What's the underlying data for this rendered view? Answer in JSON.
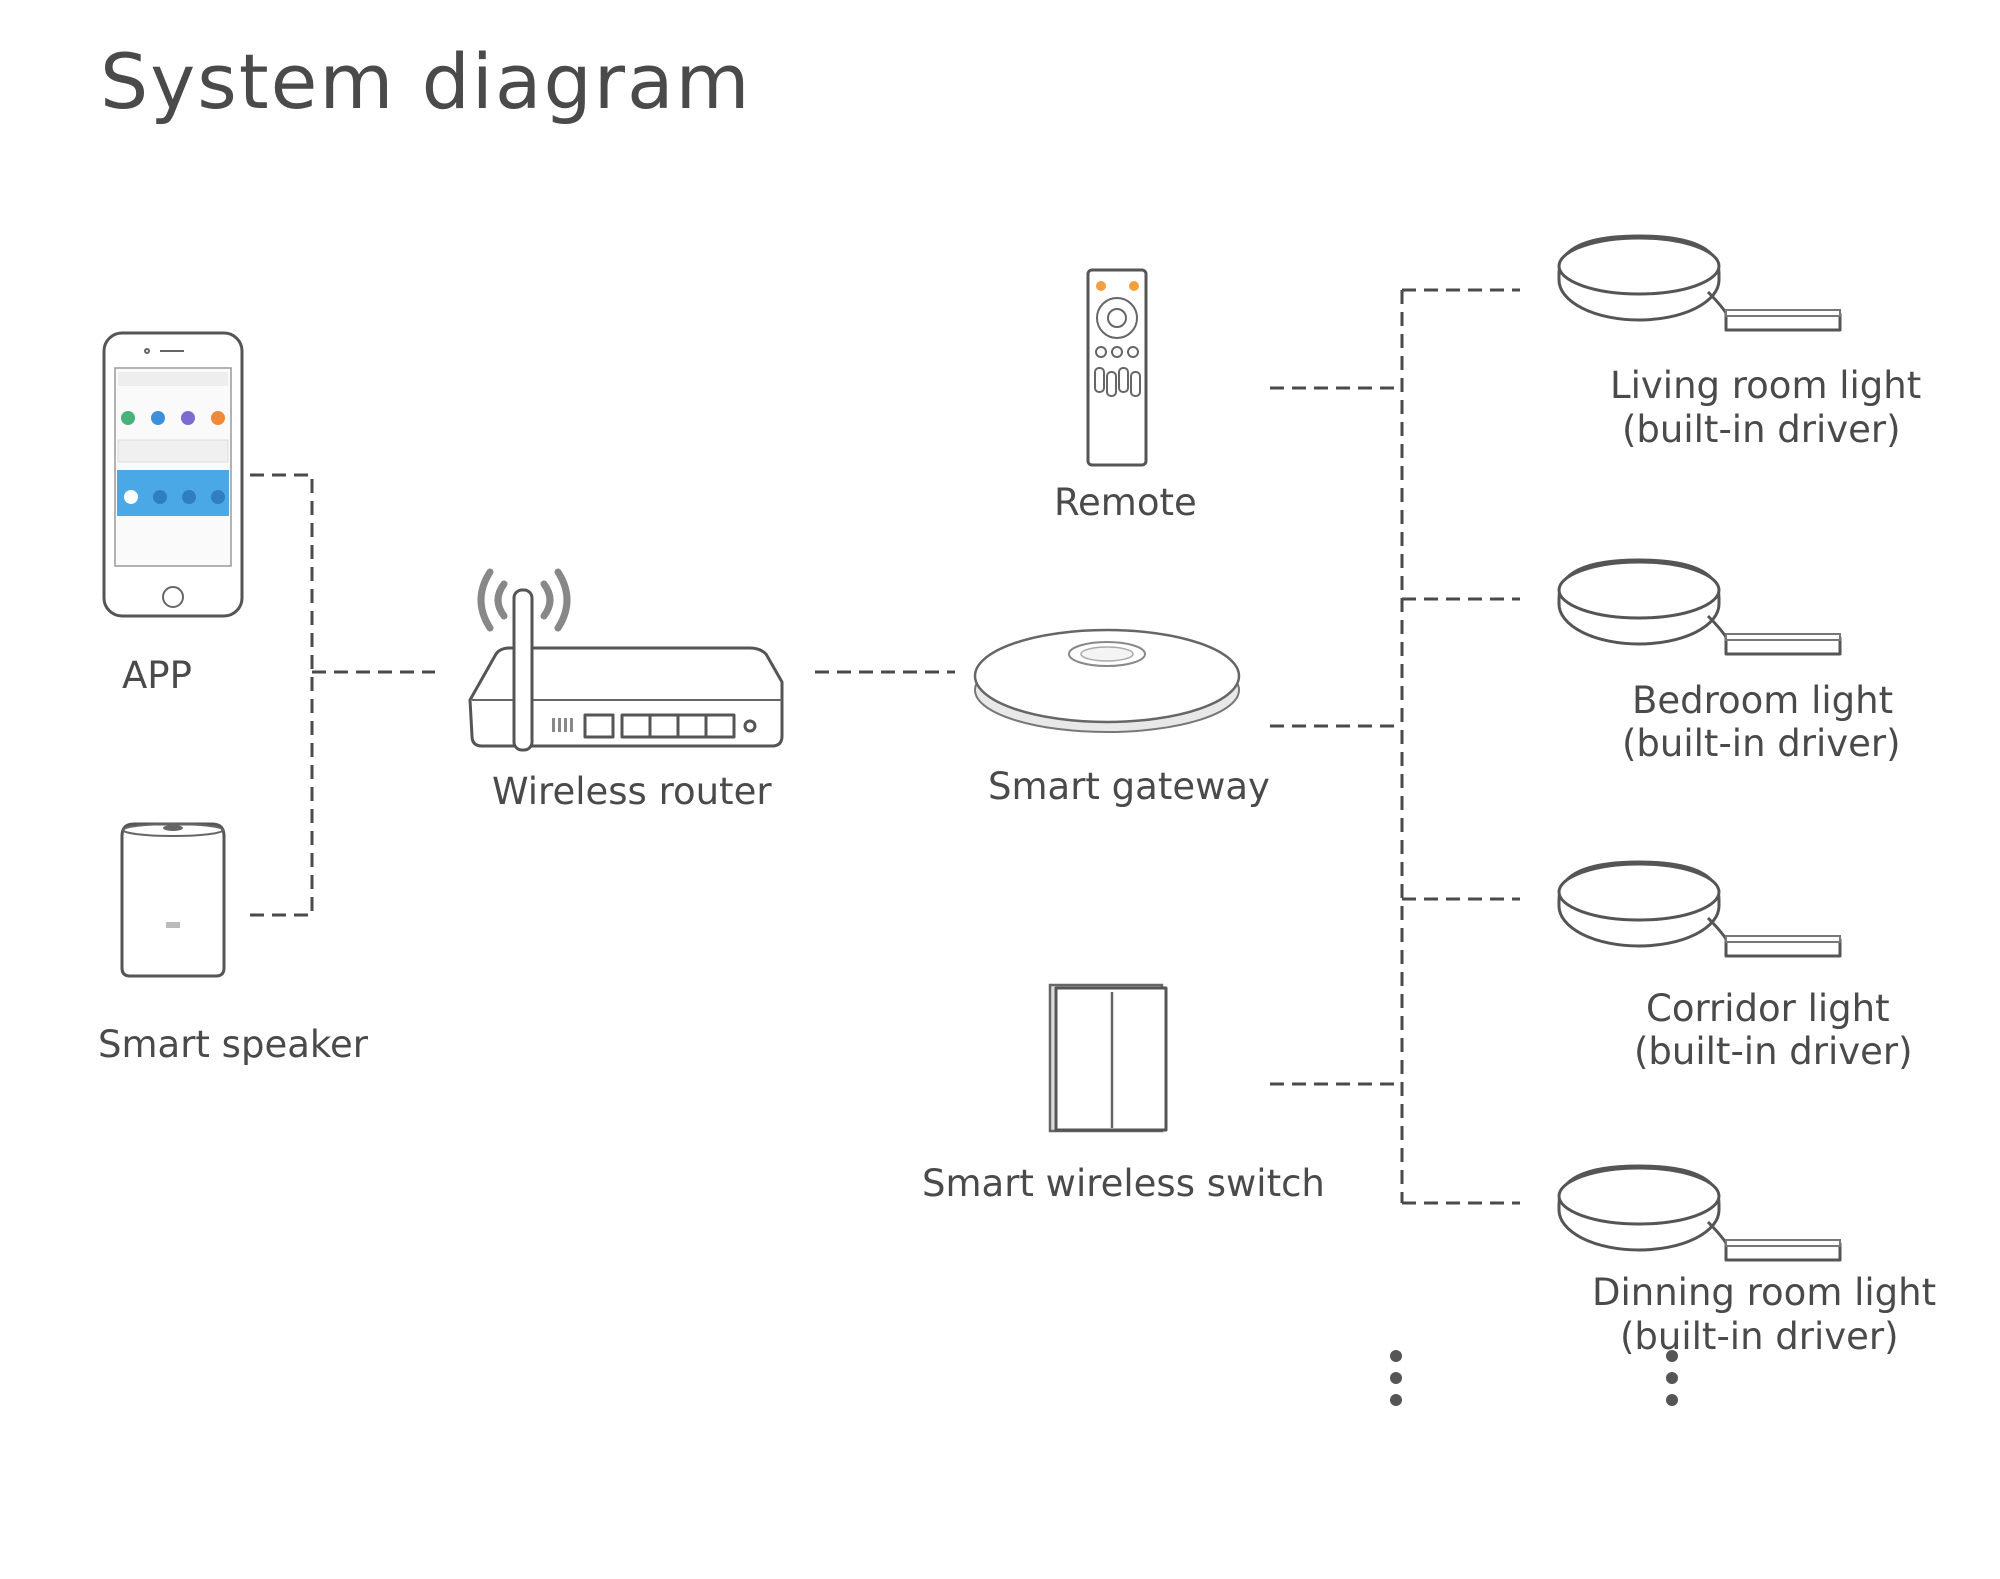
{
  "title": "System diagram",
  "nodes": {
    "app": "APP",
    "smart_speaker": "Smart speaker",
    "wireless_router": "Wireless router",
    "remote": "Remote",
    "smart_gateway": "Smart gateway",
    "smart_wireless_switch": "Smart wireless switch",
    "lights": [
      {
        "name": "Living room light",
        "note": "(built-in driver)"
      },
      {
        "name": "Bedroom light",
        "note": "(built-in driver)"
      },
      {
        "name": "Corridor light",
        "note": "(built-in driver)"
      },
      {
        "name": "Dinning room light",
        "note": "(built-in driver)"
      }
    ]
  },
  "icons": {
    "app": "smartphone-icon",
    "speaker": "smart-speaker-icon",
    "router": "wireless-router-icon",
    "remote": "remote-control-icon",
    "gateway": "smart-gateway-icon",
    "switch": "wall-switch-icon",
    "light": "ceiling-light-icon"
  },
  "colors": {
    "line": "#4a4a4a",
    "app_highlight": "#4aa8e6",
    "remote_accent": "#f0a040"
  }
}
